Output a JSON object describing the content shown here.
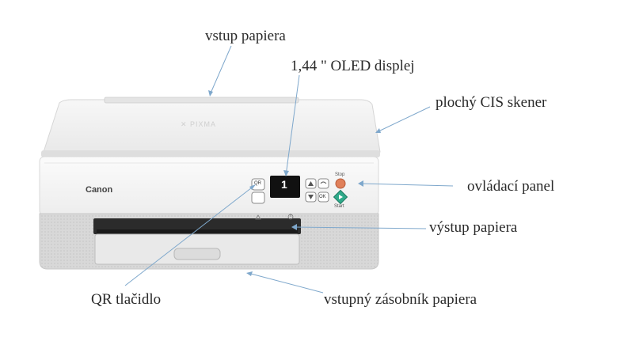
{
  "labels": {
    "paper_input": "vstup papiera",
    "oled_display": "1,44 \" OLED displej",
    "cis_scanner": "plochý CIS skener",
    "control_panel": "ovládací panel",
    "paper_output": "výstup papiera",
    "qr_button": "QR tlačidlo",
    "input_tray": "vstupný zásobník papiera"
  },
  "device": {
    "brand": "Canon",
    "lid_logo": "✕ PIXMA",
    "display_number": "1",
    "stop_label": "Stop",
    "start_label": "Start",
    "ok_label": "OK",
    "qr_key_label": "QR"
  },
  "colors": {
    "label_text": "#2a2a2a",
    "leader_line": "#7fa8cc",
    "printer_body": "#f4f4f4",
    "stop_button": "#e0805a",
    "start_button": "#2faa8a"
  }
}
